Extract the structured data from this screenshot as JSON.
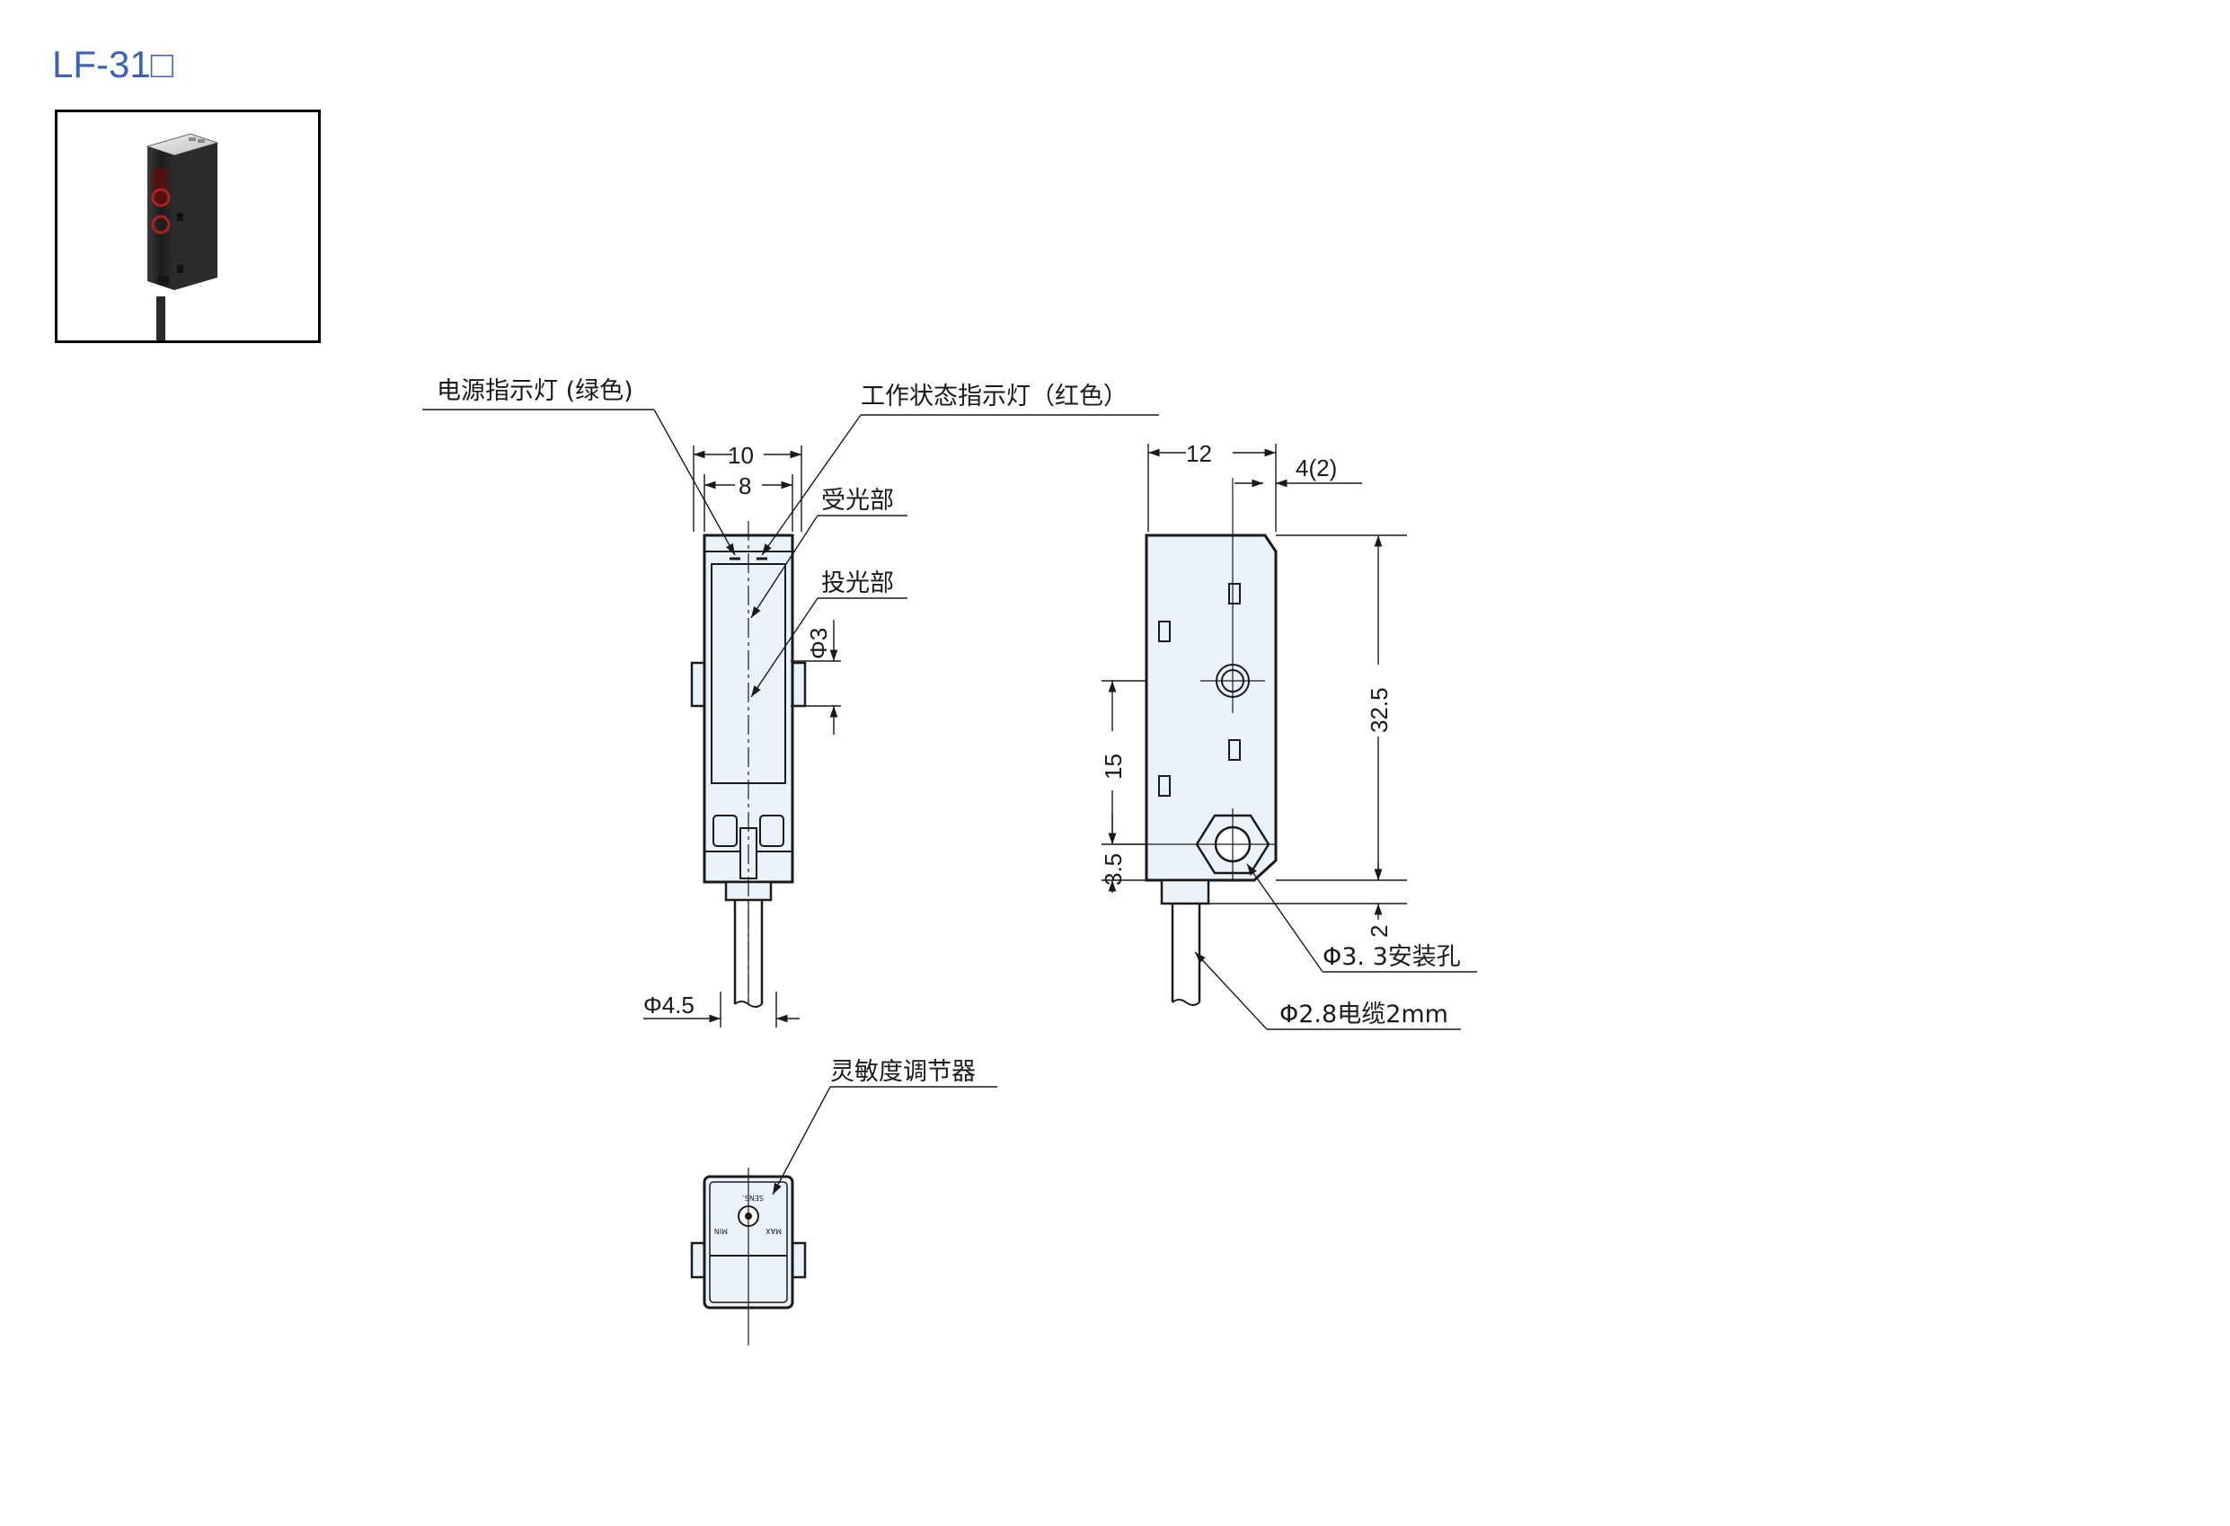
{
  "title": "LF-31□",
  "callouts": {
    "power_led": "电源指示灯 (绿色)",
    "status_led": "工作状态指示灯（红色）",
    "receiver": "受光部",
    "emitter": "投光部",
    "sensitivity": "灵敏度调节器",
    "mount_hole": "Φ3. 3安装孔",
    "cable": "Φ2.8电缆2mm"
  },
  "dimensions": {
    "width_outer": "10",
    "width_inner": "8",
    "lens_dia": "Φ3",
    "cable_dia": "Φ4.5",
    "depth": "12",
    "step": "4(2)",
    "height": "32.5",
    "hole_pitch": "15",
    "hole_offset": "3.5",
    "bottom_gap": "2"
  },
  "knob_marks": {
    "sens": "SENS.",
    "min": "MIN",
    "max": "MAX"
  },
  "colors": {
    "title": "#3a63b8",
    "body_fill": "#eaf3fa",
    "line": "#1a1a1a"
  }
}
